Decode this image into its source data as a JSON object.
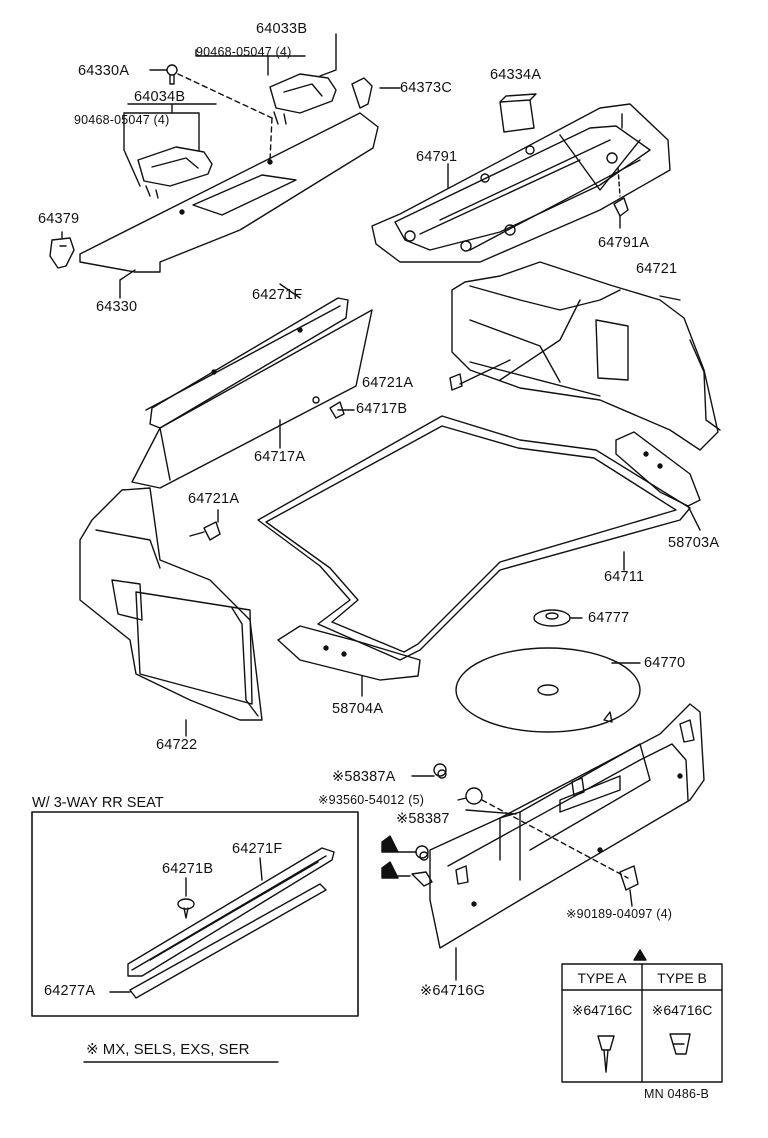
{
  "labels": {
    "p64033b": "64033B",
    "p90468a": "90468-05047 (4)",
    "p64330a": "64330A",
    "p64373c": "64373C",
    "p64034b": "64034B",
    "p90468b": "90468-05047 (4)",
    "p64334a": "64334A",
    "p64791": "64791",
    "p64379": "64379",
    "p64791a": "64791A",
    "p64330": "64330",
    "p64271f": "64271F",
    "p64721top": "64721",
    "p64721a_r": "64721A",
    "p64717b": "64717B",
    "p64717a": "64717A",
    "p64721a_l": "64721A",
    "p58703a": "58703A",
    "p64711": "64711",
    "p64777": "64777",
    "p64770": "64770",
    "p58704a": "58704A",
    "p64722": "64722",
    "p58387a": "※58387A",
    "p93560": "※93560-54012 (5)",
    "p58387": "※58387",
    "p90189": "※90189-04097 (4)",
    "p64716g": "※64716G",
    "p64271b": "64271B",
    "p64271f_box": "64271F",
    "p64277a": "64277A"
  },
  "inset": {
    "title": "W/ 3-WAY RR SEAT"
  },
  "type_table": {
    "type_a": "TYPE A",
    "type_b": "TYPE B",
    "part_a": "※64716C",
    "part_b": "※64716C"
  },
  "footnote": "※ MX, SELS, EXS, SER",
  "diagram_code": "MN 0486-B"
}
